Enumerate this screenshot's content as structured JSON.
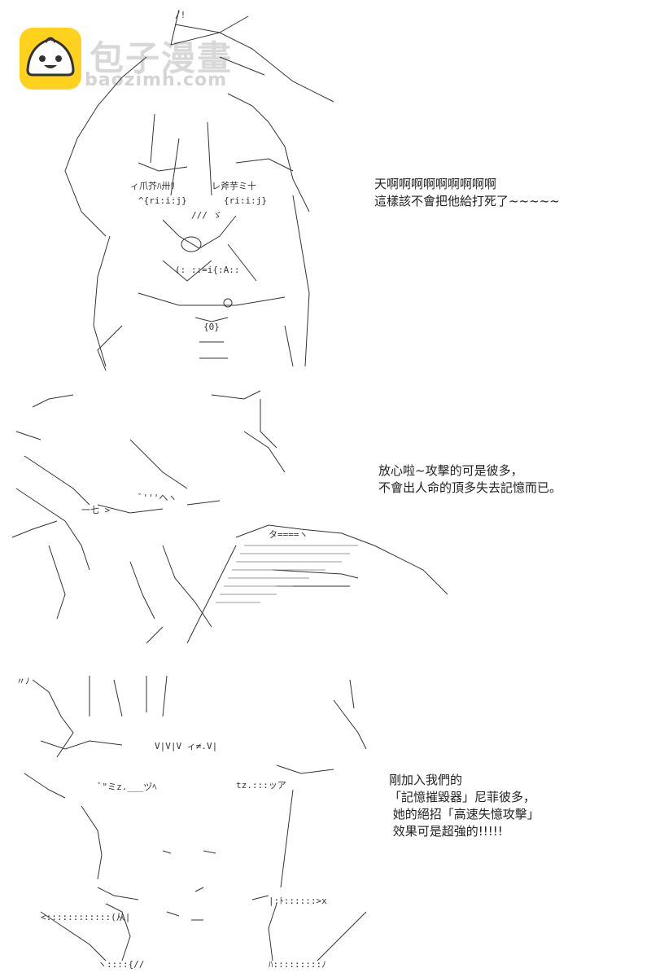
{
  "watermark": {
    "name_cn": "包子漫畫",
    "name_en": "baozimh.com",
    "logo_icon": "steamed-bun-face-icon",
    "logo_color": "#ffd21e"
  },
  "panels": [
    {
      "art": "ascii-art-girl-with-ribbon",
      "lines": [
        "天啊啊啊啊啊啊啊啊啊",
        "這樣該不會把他給打死了~~~~~"
      ]
    },
    {
      "art": "ascii-art-boy-with-sword",
      "lines": [
        "放心啦~攻擊的可是彼多，",
        "不會出人命的頂多失去記憶而已。"
      ]
    },
    {
      "art": "ascii-art-boy-portrait",
      "lines": [
        "剛加入我們的",
        "「記憶摧毀器」尼菲彼多，",
        " 她的絕招「高速失憶攻擊」",
        " 效果可是超強的!!!!!"
      ]
    }
  ],
  "ascii_fragments": {
    "p1_top": "/!",
    "p1_face_left": "ィ爪芥ﾊ卅ﾘ",
    "p1_face_right": "レ斧芋ミ十",
    "p1_eye_left": "^{ri:i:j}",
    "p1_eye_right": "{ri:i:j}",
    "p1_mouth": "/// ゞ",
    "p1_mark": "{0}",
    "p1_hand": "(:  ::=i{:A::",
    "p2_face": "一七 >",
    "p2_eye": "ﾞ'''ヘヽ",
    "p2_hair": "タ====ヽ",
    "p3_hair_top": "〃ﾉ",
    "p3_eyes": "V|V|V ィ≠.V|",
    "p3_mouth": "ﾞ\"ミz.___ヅﾍ",
    "p3_side": "tz.:::ッア",
    "p3_hand_left": "<::::::::::::(从|",
    "p3_hand_right": "|:ﾄ::::::>x",
    "p3_bottom_left": "ヽ::::{//",
    "p3_bottom_right": "ﾊ:::::::::ﾉ"
  }
}
